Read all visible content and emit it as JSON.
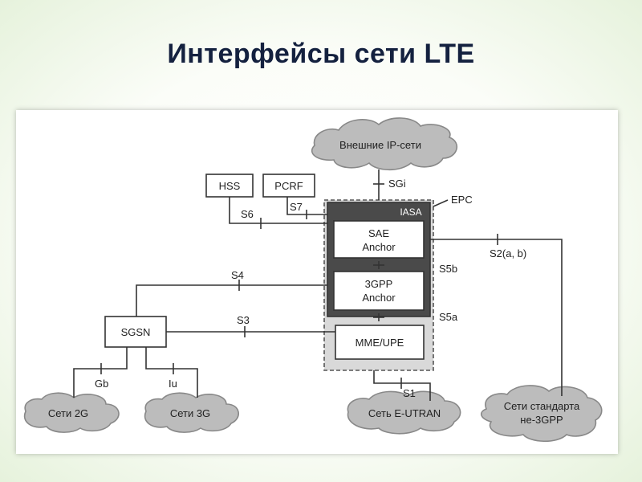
{
  "title": "Интерфейсы сети LTE",
  "clouds": {
    "ext_ip": "Внешние IP-сети",
    "net_2g": "Сети 2G",
    "net_3g": "Сети 3G",
    "eutran": "Сеть E-UTRAN",
    "non3gpp_line1": "Сети стандарта",
    "non3gpp_line2": "не-3GPP"
  },
  "nodes": {
    "hss": "HSS",
    "pcrf": "PCRF",
    "iasa": "IASA",
    "epc": "EPC",
    "sae_line1": "SAE",
    "sae_line2": "Anchor",
    "gpp_line1": "3GPP",
    "gpp_line2": "Anchor",
    "mme": "MME/UPE",
    "sgsn": "SGSN"
  },
  "interfaces": {
    "sgi": "SGi",
    "s6": "S6",
    "s7": "S7",
    "s4": "S4",
    "s3": "S3",
    "s5b": "S5b",
    "s5a": "S5a",
    "s2": "S2(a, b)",
    "s1": "S1",
    "gb": "Gb",
    "iu": "Iu"
  }
}
